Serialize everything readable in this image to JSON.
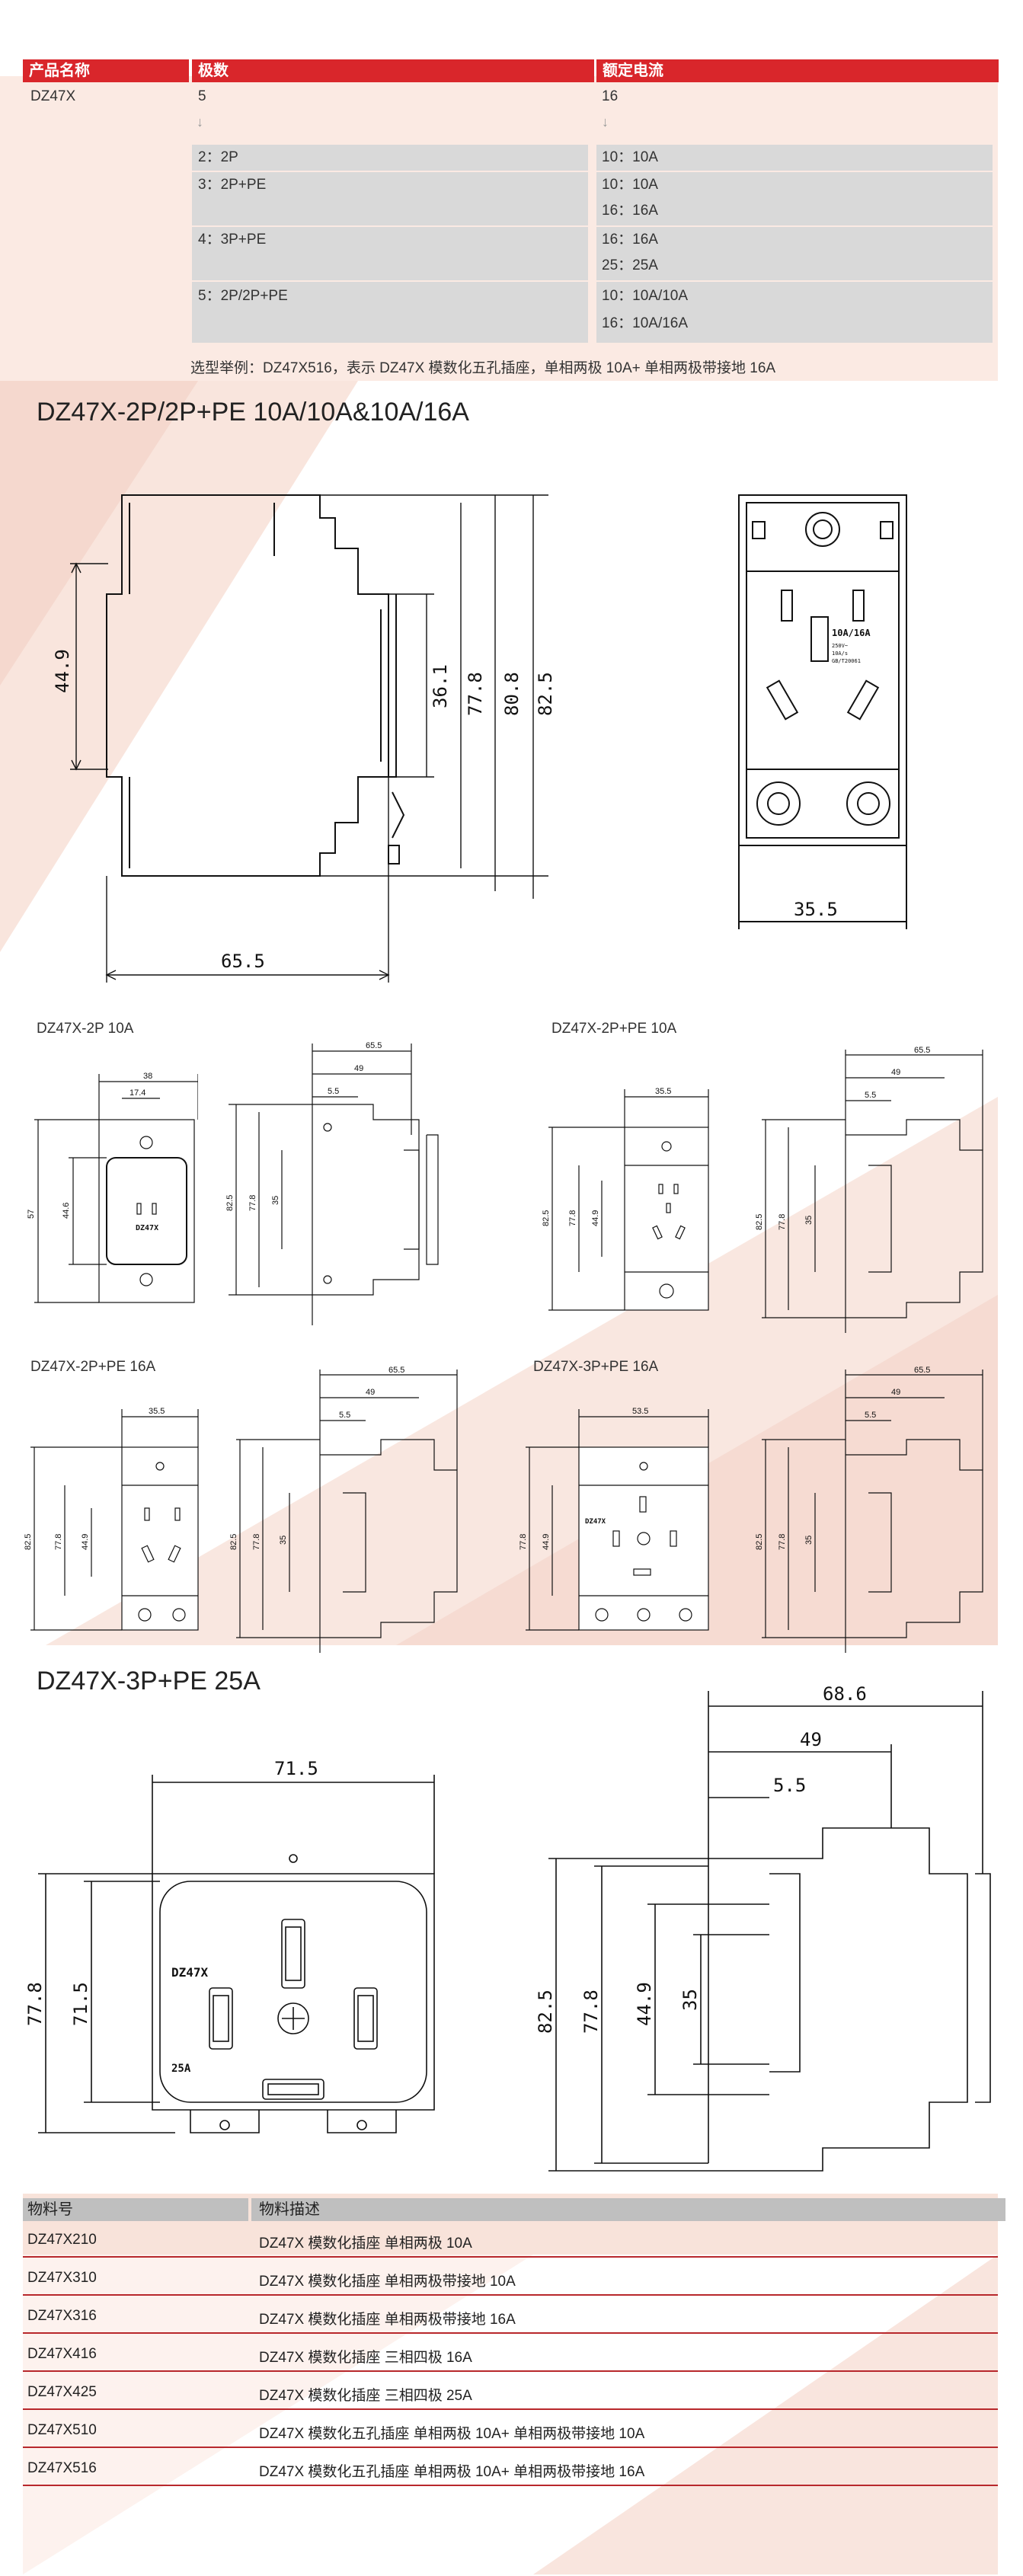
{
  "selection_table": {
    "headers": [
      "产品名称",
      "极数",
      "额定电流"
    ],
    "product": "DZ47X",
    "poles_value": "5",
    "current_value": "16",
    "rows": [
      {
        "poles": "2：2P",
        "currents": [
          "10：10A"
        ]
      },
      {
        "poles": "3：2P+PE",
        "currents": [
          "10：10A",
          "16：16A"
        ]
      },
      {
        "poles": "4：3P+PE",
        "currents": [
          "16：16A",
          "25：25A"
        ]
      },
      {
        "poles": "5：2P/2P+PE",
        "currents": [
          "10：10A/10A",
          "16：10A/16A"
        ]
      }
    ],
    "example_note": "选型举例：DZ47X516，表示 DZ47X 模数化五孔插座，单相两极 10A+ 单相两极带接地 16A"
  },
  "section1": {
    "title": "DZ47X-2P/2P+PE   10A/10A&10A/16A",
    "dims": [
      "44.9",
      "36.1",
      "77.8",
      "80.8",
      "82.5",
      "65.5",
      "35.5"
    ],
    "socket_text": [
      "10A/16A",
      "250V~",
      "10A/s",
      "GB/T20061"
    ]
  },
  "section2": {
    "labels": [
      "DZ47X-2P   10A",
      "DZ47X-2P+PE   10A",
      "DZ47X-2P+PE   16A",
      "DZ47X-3P+PE   16A"
    ],
    "dims_a": [
      "38",
      "17.4",
      "57",
      "44.6"
    ],
    "dims_b": [
      "65.5",
      "49",
      "5.5",
      "82.5",
      "77.8",
      "35"
    ],
    "dims_c": [
      "35.5",
      "82.5",
      "77.8",
      "44.9"
    ],
    "dims_d": [
      "53.5",
      "77.8",
      "44.9"
    ],
    "dims_e": [
      "65.5",
      "49",
      "5.5",
      "82.5",
      "77.8",
      "35"
    ],
    "dims_side": [
      "65.5",
      "49",
      "5.5",
      "82.5",
      "77.8",
      "35"
    ],
    "brand": "DZ47X"
  },
  "section3": {
    "title": "DZ47X-3P+PE   25A",
    "front_dims": [
      "71.5",
      "77.8",
      "71.5"
    ],
    "side_dims": [
      "68.6",
      "49",
      "5.5",
      "82.5",
      "77.8",
      "44.9",
      "35"
    ],
    "brand": "DZ47X",
    "rating": "25A"
  },
  "material_table": {
    "headers": [
      "物料号",
      "物料描述"
    ],
    "rows": [
      {
        "code": "DZ47X210",
        "desc": "DZ47X 模数化插座 单相两极 10A"
      },
      {
        "code": "DZ47X310",
        "desc": "DZ47X 模数化插座 单相两极带接地 10A"
      },
      {
        "code": "DZ47X316",
        "desc": "DZ47X 模数化插座 单相两极带接地 16A"
      },
      {
        "code": "DZ47X416",
        "desc": "DZ47X  模数化插座 三相四极  16A"
      },
      {
        "code": "DZ47X425",
        "desc": "DZ47X  模数化插座 三相四极  25A"
      },
      {
        "code": "DZ47X510",
        "desc": "DZ47X 模数化五孔插座 单相两极 10A+ 单相两极带接地 10A"
      },
      {
        "code": "DZ47X516",
        "desc": "DZ47X 模数化五孔插座 单相两极 10A+ 单相两极带接地 16A"
      }
    ]
  },
  "colors": {
    "accent": "#d9262b",
    "blush": "#f6ddd3",
    "grey": "#d9d9d9"
  }
}
